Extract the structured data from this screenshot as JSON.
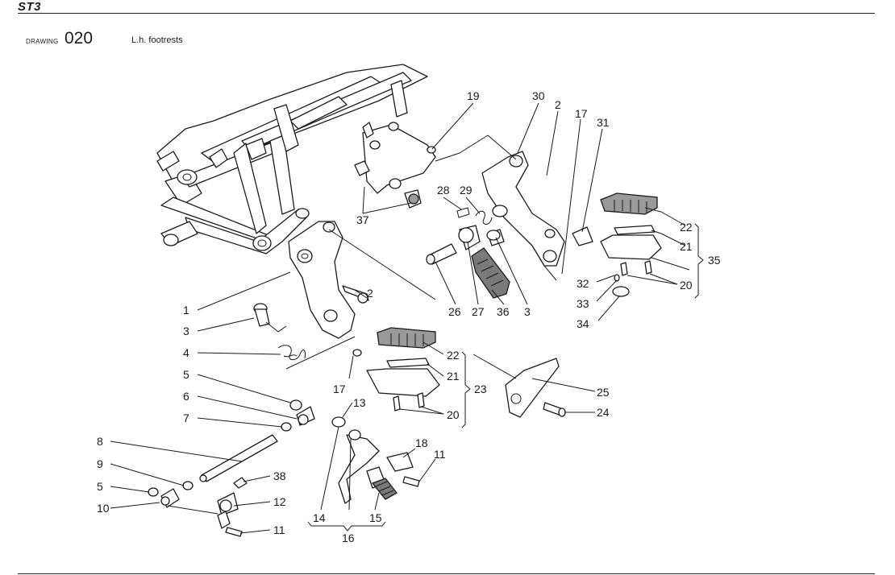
{
  "header": {
    "model": "ST3"
  },
  "drawing": {
    "label": "DRAWING",
    "number": "020",
    "title": "L.h. footrests"
  },
  "callouts": {
    "c1": "1",
    "c2a": "2",
    "c2b": "2",
    "c3a": "3",
    "c3b": "3",
    "c4": "4",
    "c5a": "5",
    "c5b": "5",
    "c6": "6",
    "c7": "7",
    "c8": "8",
    "c9": "9",
    "c10": "10",
    "c11a": "11",
    "c11b": "11",
    "c12": "12",
    "c13": "13",
    "c14": "14",
    "c15": "15",
    "c16": "16",
    "c17a": "17",
    "c17b": "17",
    "c18": "18",
    "c19": "19",
    "c20a": "20",
    "c20b": "20",
    "c21a": "21",
    "c21b": "21",
    "c22a": "22",
    "c22b": "22",
    "c23": "23",
    "c24": "24",
    "c25": "25",
    "c26": "26",
    "c27": "27",
    "c28": "28",
    "c29": "29",
    "c30": "30",
    "c31": "31",
    "c32": "32",
    "c33": "33",
    "c34": "34",
    "c35": "35",
    "c36": "36",
    "c37": "37",
    "c38": "38"
  }
}
